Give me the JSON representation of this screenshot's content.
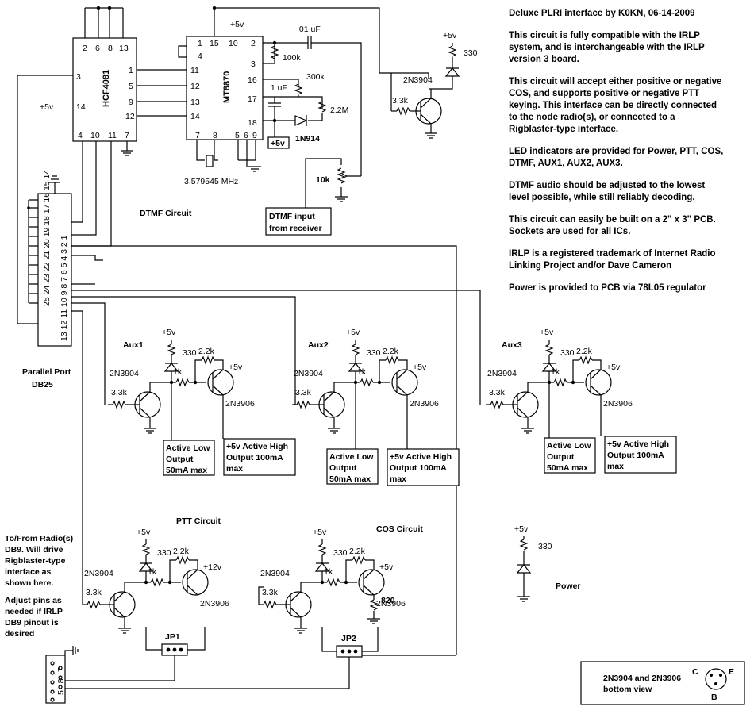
{
  "title": "Deluxe PLRI interface by K0KN, 06-14-2009",
  "notes": [
    [
      "This circuit is fully compatible with the IRLP",
      "system, and is interchangeable with the IRLP",
      "version 3 board."
    ],
    [
      "This circuit will accept either positive or negative",
      "COS, and supports positive or negative PTT",
      "keying. This interface can be directly connected",
      "to the node radio(s), or connected to a",
      "Rigblaster-type interface."
    ],
    [
      "LED indicators are provided for Power, PTT, COS,",
      "DTMF, AUX1, AUX2, AUX3."
    ],
    [
      "DTMF audio should be adjusted to the lowest",
      "level possible, while still reliably decoding."
    ],
    [
      "This circuit can easily be built on a 2\" x 3\" PCB.",
      "Sockets are used for all ICs."
    ],
    [
      "IRLP is a registered trademark of Internet Radio",
      "Linking Project and/or Dave Cameron"
    ],
    [
      "Power is provided to PCB via 78L05 regulator"
    ]
  ],
  "labels": {
    "hcf": "HCF4081",
    "mt": "MT8870",
    "crystal": "3.579545 MHz",
    "dtmf_circuit": "DTMF Circuit",
    "dtmf_input": [
      "DTMF input",
      "from receiver"
    ],
    "cap01": ".01 uF",
    "cap1": ".1 uF",
    "r100k": "100k",
    "r300k": "300k",
    "r22m": "2.2M",
    "r10k": "10k",
    "diode": "1N914",
    "plus5v": "+5v",
    "plus12v": "+12v",
    "r33k": "3.3k",
    "r330": "330",
    "r1k": "1k",
    "r22k": "2.2k",
    "r820": "820",
    "npn": "2N3904",
    "pnp": "2N3906",
    "aux1": "Aux1",
    "aux2": "Aux2",
    "aux3": "Aux3",
    "active_low": [
      "Active Low",
      "Output",
      "50mA max"
    ],
    "active_high": [
      "+5v Active High",
      "Output 100mA",
      "max"
    ],
    "parallel_port": [
      "Parallel Port",
      "DB25"
    ],
    "ptt_circuit": "PTT Circuit",
    "cos_circuit": "COS Circuit",
    "jp1": "JP1",
    "jp2": "JP2",
    "power": "Power",
    "radio_note": [
      "To/From Radio(s)",
      "DB9. Will drive",
      "Rigblaster-type",
      "interface as",
      "shown here."
    ],
    "adjust_note": [
      "Adjust pins as",
      "needed if IRLP",
      "DB9 pinout is",
      "desired"
    ],
    "bottom_view": [
      "2N3904 and 2N3906",
      "bottom view"
    ],
    "pin_c": "C",
    "pin_e": "E",
    "pin_b": "B",
    "db9_pins": "5 . 8 . 7",
    "db25_top": "25 24 23 22 21 20 19 18 17 16 15 14",
    "db25_bot": "13 12 11 10 9 8 7 6 5 4 3 2 1",
    "hcf_pins_top": [
      "2",
      "6",
      "8",
      "13"
    ],
    "hcf_pins_left": [
      "3",
      "14"
    ],
    "hcf_pins_right": [
      "1",
      "5",
      "9",
      "12"
    ],
    "hcf_pins_bottom": [
      "4",
      "10",
      "11",
      "7"
    ],
    "mt_pins_top": [
      "1",
      "15",
      "10"
    ],
    "mt_pins_left": [
      "4",
      "11",
      "12",
      "13",
      "14"
    ],
    "mt_pins_right": [
      "2",
      "3",
      "16",
      "17",
      "18"
    ],
    "mt_pins_bottom": [
      "7",
      "8",
      "5",
      "6",
      "9"
    ]
  }
}
